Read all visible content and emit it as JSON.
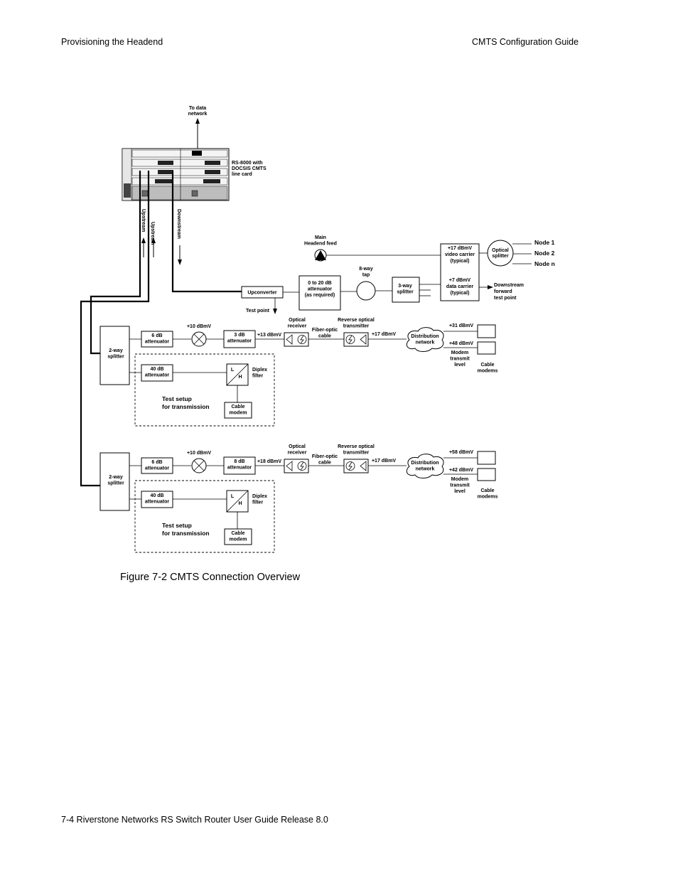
{
  "header": {
    "left": "Provisioning the Headend",
    "right": "CMTS Configuration Guide"
  },
  "footer": {
    "text": "7-4   Riverstone Networks RS Switch Router User Guide   Release 8.0"
  },
  "figure": {
    "caption": "Figure 7-2   CMTS Connection Overview",
    "labels": {
      "to_data_network": [
        "To data",
        "network"
      ],
      "rs8000": [
        "RS-8000 with",
        "DOCSIS CMTS",
        "line  card"
      ],
      "upstream": "Upstream",
      "downstream": "Downstream",
      "main_headend_feed": [
        "Main",
        "Headend feed"
      ],
      "way8_tap": [
        "8-way",
        "tap"
      ],
      "attenuator_0_20": [
        "0 to 20 dB",
        "attenuator",
        "(as required)"
      ],
      "upconverter": "Upconverter",
      "test_point": "Test point",
      "splitter_3way": [
        "3-way",
        "splitter"
      ],
      "video_carrier": [
        "+17 dBmV",
        "video carrier",
        "(typical)"
      ],
      "data_carrier": [
        "+7 dBmV",
        "data carrier",
        "(typical)"
      ],
      "optical_splitter": [
        "Optical",
        "splitter"
      ],
      "node1": "Node 1",
      "node2": "Node 2",
      "noden": "Node n",
      "downstream_test_point": [
        "Downstream",
        "forward",
        "test point"
      ]
    },
    "branches": [
      {
        "splitter": [
          "2-way",
          "splitter"
        ],
        "atten_a": [
          "6 dB",
          "attenuator"
        ],
        "level_a": "+10 dBmV",
        "atten_b": [
          "3 dB",
          "attenuator"
        ],
        "level_b": "+13 dBmV",
        "optical_receiver": [
          "Optical",
          "receiver"
        ],
        "fiber_optic": [
          "Fiber-optic",
          "cable"
        ],
        "reverse_tx": [
          "Reverse optical",
          "transmitter"
        ],
        "level_c": "+17 dBmV",
        "distribution": [
          "Distribution",
          "network"
        ],
        "level_top": "+31 dBmV",
        "level_bottom": "+48 dBmV",
        "modem_level": [
          "Modem",
          "transmit",
          "level"
        ],
        "cable_modems": [
          "Cable",
          "modems"
        ],
        "atten_40": [
          "40 dB",
          "attenuator"
        ],
        "diplex": [
          "Diplex",
          "filter"
        ],
        "diplex_l": "L",
        "diplex_h": "H",
        "test_setup": [
          "Test setup",
          "for transmission"
        ],
        "cable_modem": [
          "Cable",
          "modem"
        ]
      },
      {
        "splitter": [
          "2-way",
          "splitter"
        ],
        "atten_a": [
          "6 dB",
          "attenuator"
        ],
        "level_a": "+10 dBmV",
        "atten_b": [
          "8 dB",
          "attenuator"
        ],
        "level_b": "+18 dBmV",
        "optical_receiver": [
          "Optical",
          "receiver"
        ],
        "fiber_optic": [
          "Fiber-optic",
          "cable"
        ],
        "reverse_tx": [
          "Reverse optical",
          "transmitter"
        ],
        "level_c": "+17 dBmV",
        "distribution": [
          "Distribution",
          "network"
        ],
        "level_top": "+58 dBmV",
        "level_bottom": "+42 dBmV",
        "modem_level": [
          "Modem",
          "transmit",
          "level"
        ],
        "cable_modems": [
          "Cable",
          "modems"
        ],
        "atten_40": [
          "40 dB",
          "attenuator"
        ],
        "diplex": [
          "Diplex",
          "filter"
        ],
        "diplex_l": "L",
        "diplex_h": "H",
        "test_setup": [
          "Test setup",
          "for transmission"
        ],
        "cable_modem": [
          "Cable",
          "modem"
        ]
      }
    ]
  }
}
